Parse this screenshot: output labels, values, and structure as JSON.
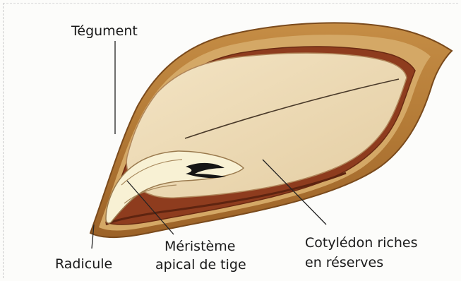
{
  "labels": {
    "tegument": "Tégument",
    "radicule": "Radicule",
    "meristeme_line1": "Méristème",
    "meristeme_line2": "apical de tige",
    "cotyledon_line1": "Cotylédon riches",
    "cotyledon_line2": "en réserves"
  },
  "colors": {
    "seed_coat_outer": "#a86a2a",
    "seed_coat_mid": "#c99a52",
    "seed_coat_inner": "#8c3a1c",
    "cotyledon": "#efdcb6",
    "embryo": "#f7f0d2",
    "meristem": "#1a1a1a",
    "leader_line": "#222222"
  }
}
